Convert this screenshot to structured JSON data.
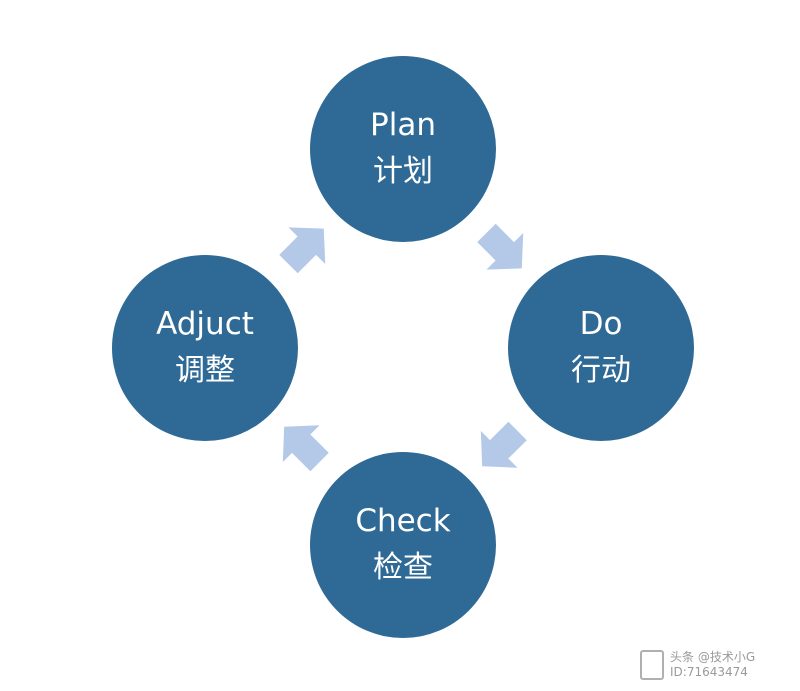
{
  "colors": {
    "node_fill": "#2e6a95",
    "node_text": "#ffffff",
    "arrow_fill": "#b4c9e8"
  },
  "nodes": {
    "plan": {
      "en": "Plan",
      "zh": "计划"
    },
    "do": {
      "en": "Do",
      "zh": "行动"
    },
    "check": {
      "en": "Check",
      "zh": "检查"
    },
    "adjust": {
      "en": "Adjuct",
      "zh": "调整"
    }
  },
  "arrows": [
    {
      "from": "plan",
      "to": "do"
    },
    {
      "from": "do",
      "to": "check"
    },
    {
      "from": "check",
      "to": "adjust"
    },
    {
      "from": "adjust",
      "to": "plan"
    }
  ],
  "watermark": {
    "line1": "头条 @技术小G",
    "line2": "ID:71643474"
  }
}
